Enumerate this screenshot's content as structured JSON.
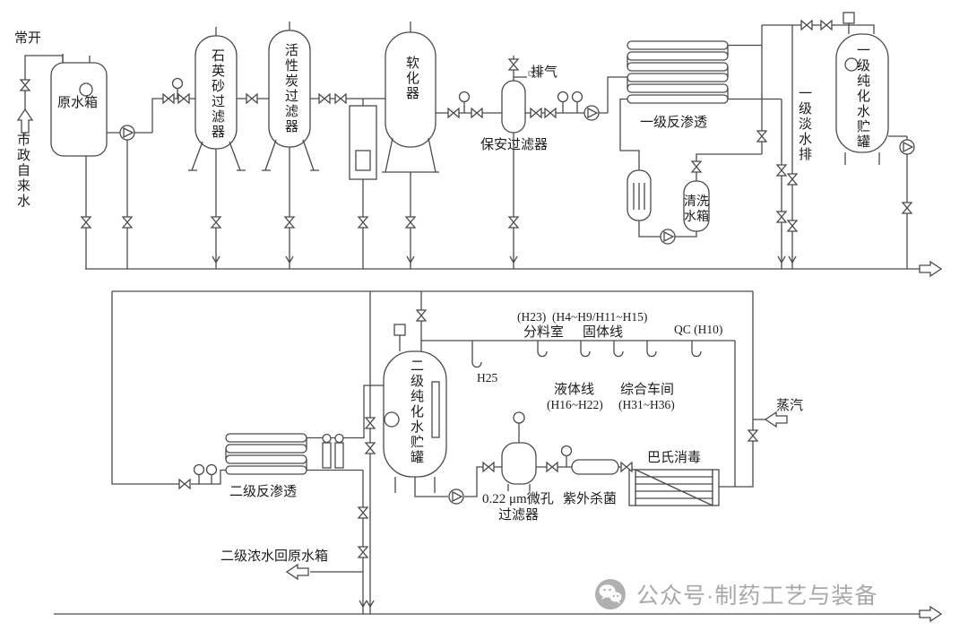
{
  "top": {
    "normally_open": "常开",
    "municipal_water": "市政自来水",
    "raw_water_tank": "原水箱",
    "quartz_sand_filter": "石英砂过滤器",
    "activated_carbon_filter": "活性炭过滤器",
    "softener": "软化器",
    "vent": "排气",
    "security_filter": "保安过滤器",
    "ro_stage1": "一级反渗透",
    "stage1_fresh_water_drain": "一级淡水排",
    "cleaning_water_tank": "清洗水箱",
    "stage1_purified_tank": "一级纯化水贮罐"
  },
  "bottom": {
    "h23": "(H23)",
    "distribution_room": "分料室",
    "h4_h15": "(H4~H9/H11~H15)",
    "solid_line": "固体线",
    "qc": "QC (H10)",
    "h25": "H25",
    "liquid_line": "液体线",
    "h16_h22": "(H16~H22)",
    "general_workshop": "综合车间",
    "h31_h36": "(H31~H36)",
    "steam": "蒸汽",
    "stage2_purified_tank": "二级纯化水贮罐",
    "ro_stage2": "二级反渗透",
    "micro_filter_line1": "0.22 μm微孔",
    "micro_filter_line2": "过滤器",
    "uv_sterilizer": "紫外杀菌",
    "pasteurization": "巴氏消毒",
    "stage2_concentrate_return": "二级浓水回原水箱"
  },
  "watermark": {
    "text": "公众号·制药工艺与装备"
  },
  "colors": {
    "line": "#4a4a4a",
    "text": "#1c1c1c",
    "watermark": "#a8a8a8"
  }
}
